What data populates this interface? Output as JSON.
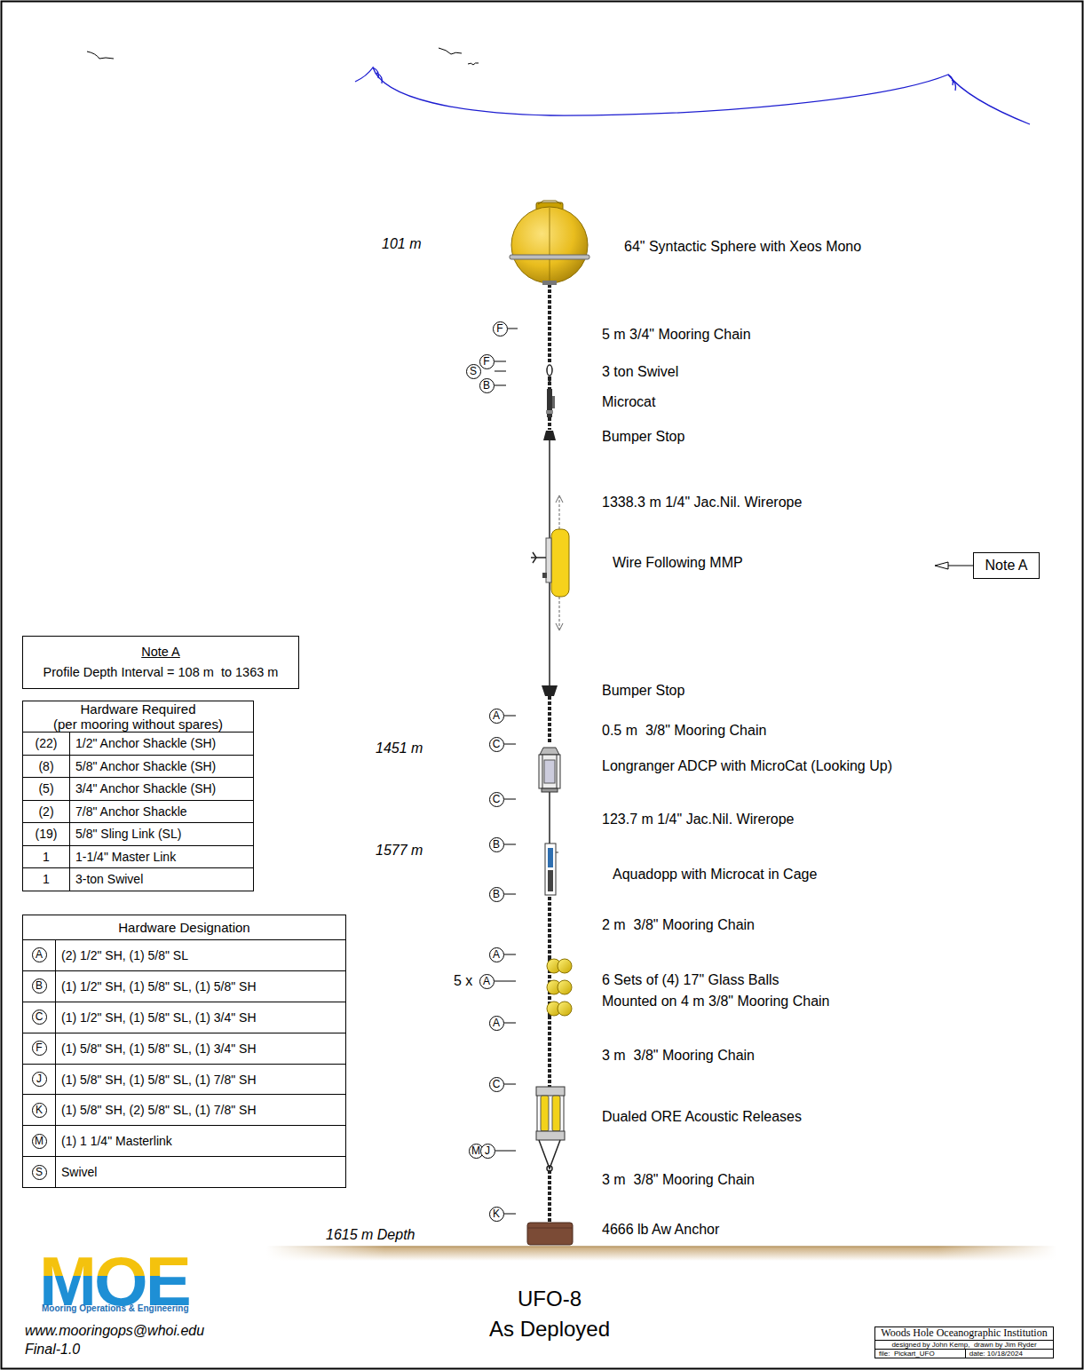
{
  "diagram": {
    "title": "UFO-8",
    "caption": "As Deployed",
    "nodes": [
      {
        "text": [
          "Note A"
        ]
      },
      {
        "text": [
          "Note A",
          "Profile Depth Interval = 108 m  to 1363 m"
        ]
      },
      {
        "text": [
          "Hardware Required",
          "(per mooring without spares)",
          "(22)",
          "1/2\" Anchor Shackle (SH)",
          "(8)",
          "5/8\" Anchor Shackle (SH)",
          "(5)",
          "3/4\" Anchor Shackle (SH)",
          "(2)",
          "7/8\" Anchor Shackle",
          "(19)",
          "5/8\" Sling Link (SL)",
          "1",
          "1-1/4\" Master Link",
          "1",
          "3-ton Swivel"
        ]
      },
      {
        "text": [
          "Hardware Designation",
          "A",
          "(2) 1/2\" SH, (1) 5/8\" SL",
          "B",
          "(1) 1/2\" SH, (1) 5/8\" SL, (1) 5/8\" SH",
          "C",
          "(1) 1/2\" SH, (1) 5/8\" SL, (1) 3/4\" SH",
          "F",
          "(1) 5/8\" SH, (1) 5/8\" SL, (1) 3/4\" SH",
          "J",
          "(1) 5/8\" SH, (1) 5/8\" SL, (1) 7/8\" SH",
          "K",
          "(1) 5/8\" SH, (2) 5/8\" SL, (1) 7/8\" SH",
          "M",
          "(1) 1 1/4\" Masterlink",
          "S",
          "Swivel"
        ]
      },
      {
        "text": [
          "Woods Hole Oceanographic Institution",
          "designed by John Kemp,  drawn by Jim Ryder",
          "file:  Pickart_UFO",
          "date: 10/18/2024"
        ]
      }
    ],
    "labels": [
      "101 m",
      "64\" Syntactic Sphere with Xeos Mono",
      "F",
      "5 m 3/4\" Mooring Chain",
      "F",
      "S",
      "3 ton Swivel",
      "B",
      "Microcat",
      "Bumper Stop",
      "1338.3 m 1/4\" Jac.Nil. Wirerope",
      "Wire Following MMP",
      "Bumper Stop",
      "A",
      "0.5 m  3/8\" Mooring Chain",
      "1451 m",
      "C",
      "Longranger ADCP with MicroCat (Looking Up)",
      "C",
      "123.7 m 1/4\" Jac.Nil. Wirerope",
      "B",
      "1577 m",
      "Aquadopp with Microcat in Cage",
      "B",
      "2 m  3/8\" Mooring Chain",
      "A",
      "5 x",
      "A",
      "6 Sets of (4) 17\" Glass Balls",
      "Mounted on 4 m 3/8\" Mooring Chain",
      "A",
      "3 m  3/8\" Mooring Chain",
      "C",
      "Dualed ORE Acoustic Releases",
      "M",
      "J",
      "3 m  3/8\" Mooring Chain",
      "K",
      "4666 lb Aw Anchor",
      "1615 m Depth",
      "MOE",
      "Mooring Operations & Engineering",
      "www.mooringops@whoi.edu",
      "Final-1.0"
    ]
  }
}
